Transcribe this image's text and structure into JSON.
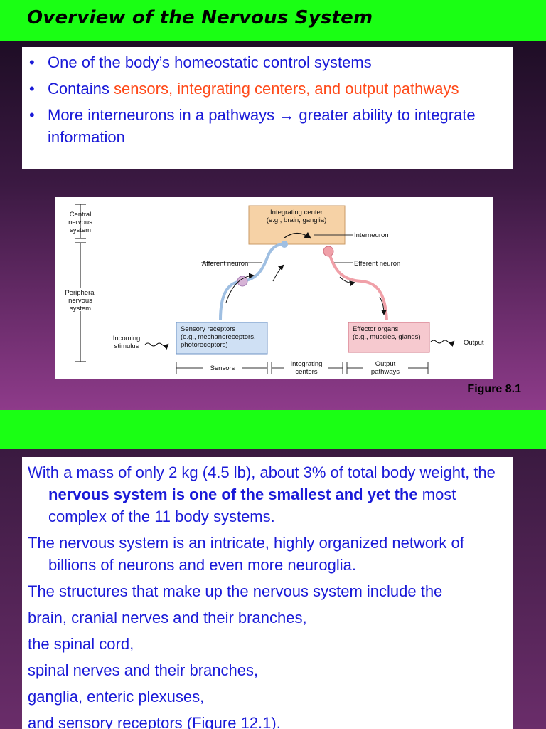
{
  "slide1": {
    "title": "Overview of the Nervous System",
    "bullets": {
      "b1": "One of the body’s homeostatic control systems",
      "b2_prefix": "Contains ",
      "b2_highlight": "sensors, integrating centers, and output pathways",
      "b3": "More interneurons in a pathways → greater ability to integrate information"
    },
    "bullet_glyph": "•",
    "figure": {
      "cns_label": [
        "Central",
        "nervous",
        "system"
      ],
      "pns_label": [
        "Peripheral",
        "nervous",
        "system"
      ],
      "integrating_center": [
        "Integrating center",
        "(e.g., brain, ganglia)"
      ],
      "interneuron": "Interneuron",
      "afferent": "Afferent neuron",
      "efferent": "Efferent neuron",
      "sensory": [
        "Sensory receptors",
        "(e.g., mechanoreceptors,",
        "photoreceptors)"
      ],
      "effector": [
        "Effector organs",
        "(e.g., muscles, glands)"
      ],
      "incoming": [
        "Incoming",
        "stimulus"
      ],
      "output": "Output",
      "sensors": "Sensors",
      "integrating_centers": [
        "Integrating",
        "centers"
      ],
      "output_pathways": [
        "Output",
        "pathways"
      ]
    },
    "caption": "Figure 8.1"
  },
  "slide2": {
    "p1_a": "With a mass of only 2 kg (4.5 lb), about 3% of total body weight, the ",
    "p1_bold": "nervous system is one of the smallest and yet the",
    "p1_b": " most complex of the 11 body systems.",
    "p2": "The nervous system is an intricate, highly organized network of billions of neurons and even more neuroglia.",
    "l3": "The structures that make up the nervous system include the",
    "l4": "brain, cranial nerves and their branches,",
    "l5": "the spinal cord,",
    "l6": "spinal nerves and their branches,",
    "l7": "ganglia, enteric plexuses,",
    "l8": "and sensory receptors (Figure 12.1)."
  },
  "colors": {
    "green": "#1aff14",
    "text_blue": "#1a1ad8",
    "highlight_orange": "#ff4a1a",
    "integrating_box": "#f6d2a6",
    "sensory_box": "#cfe0f4",
    "effector_box": "#f6c9cf"
  }
}
